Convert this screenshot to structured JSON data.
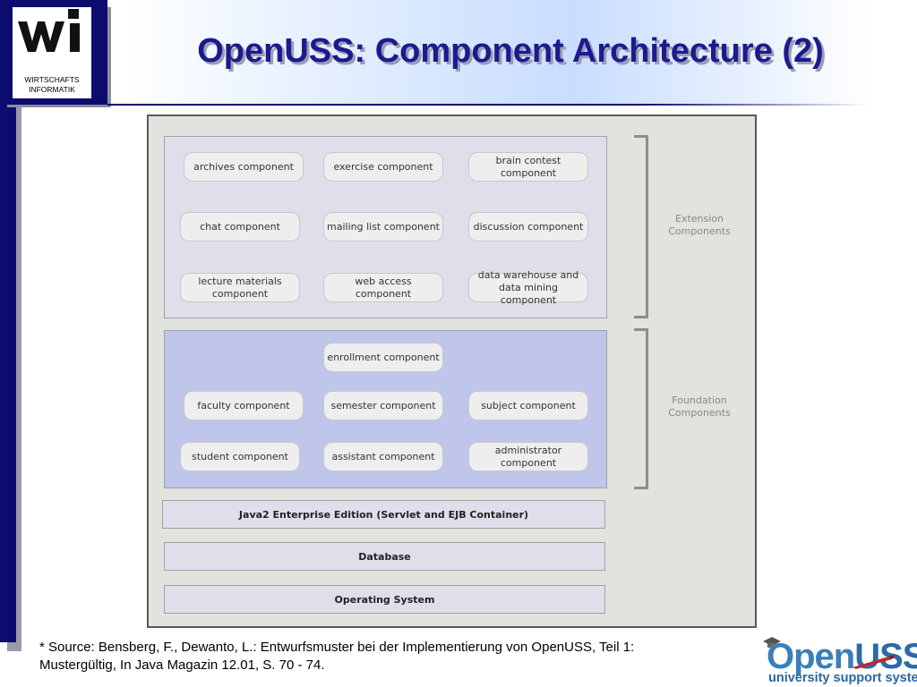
{
  "logo": {
    "line1": "WIRTSCHAFTS",
    "line2": "INFORMATIK",
    "mark": "wi"
  },
  "slide": {
    "title": "OpenUSS: Component Architecture (2)"
  },
  "diagram": {
    "extension": {
      "label_line1": "Extension",
      "label_line2": "Components",
      "components": [
        [
          "archives component"
        ],
        [
          "exercise component"
        ],
        [
          "brain contest",
          "component"
        ],
        [
          "chat component"
        ],
        [
          "mailing list component"
        ],
        [
          "discussion component"
        ],
        [
          "lecture materials",
          "component"
        ],
        [
          "web access component"
        ],
        [
          "data warehouse and",
          "data mining component"
        ]
      ]
    },
    "foundation": {
      "label_line1": "Foundation",
      "label_line2": "Components",
      "components": [
        [
          "enrollment component"
        ],
        [
          "faculty component"
        ],
        [
          "semester component"
        ],
        [
          "subject component"
        ],
        [
          "student component"
        ],
        [
          "assistant component"
        ],
        [
          "administrator",
          "component"
        ]
      ]
    },
    "layers": {
      "j2ee": "Java2 Enterprise Edition (Servlet and EJB Container)",
      "database": "Database",
      "os": "Operating System"
    }
  },
  "footer": {
    "source_line1": "* Source: Bensberg, F., Dewanto, L.: Entwurfsmuster bei der Implementierung von OpenUSS, Teil 1:",
    "source_line2": "Mustergültig, In Java Magazin 12.01, S. 70 - 74."
  },
  "brand": {
    "name_open": "Open",
    "name_uss": "USS",
    "tagline": "university support system",
    "colors": {
      "navy": "#0c0c6e",
      "title": "#1b1b8e",
      "brand_blue": "#3a7fb8"
    }
  }
}
